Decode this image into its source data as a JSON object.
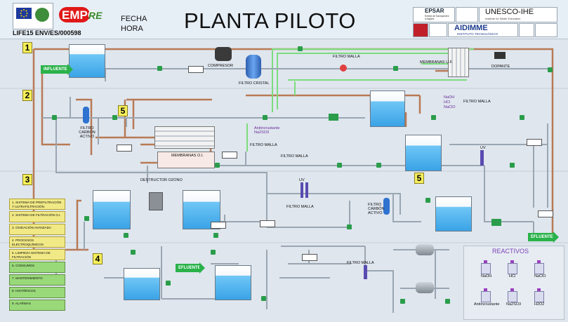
{
  "header": {
    "project_code": "LIFE15 ENV/ES/000598",
    "brand": "EMPO",
    "brand_suffix": "RE",
    "fecha_label": "FECHA",
    "hora_label": "HORA",
    "title": "PLANTA PILOTO",
    "partners": {
      "epsar": "EPSAR",
      "epsar_sub": "Entitat de Sanejament d'Aigües",
      "unesco": "UNESCO-IHE",
      "unesco_sub": "Institute for Water Education",
      "aidimme": "AIDIMME",
      "aidimme_sub": "INSTITUTO TECNOLÓGICO"
    }
  },
  "sections": [
    "1",
    "2",
    "3",
    "4",
    "5",
    "5"
  ],
  "menu": [
    {
      "label": "1. SISTEMA DE PREFILTRACIÓN Y ULTRAFILTRACIÓN",
      "active": false
    },
    {
      "label": "2. SISTEMA DE FILTRACIÓN O.I.",
      "active": false
    },
    {
      "label": "3. OXIDACIÓN AVANZADA",
      "active": false
    },
    {
      "label": "4. PROCESOS ELECTROQUÍMICOS",
      "active": false
    },
    {
      "label": "5. LIMPIEZA SISTEMA DE FILTRACIÓN",
      "active": false
    },
    {
      "label": "6. CONSUMOS",
      "active": false
    },
    {
      "label": "7. MANTENIMIENTO",
      "active": false
    },
    {
      "label": "8. HISTÓRICOS",
      "active": false
    },
    {
      "label": "9. ALARMAS",
      "active": false
    }
  ],
  "labels": {
    "influente": "INFLUENTE",
    "efluente": "EFLUENTE",
    "compresor": "COMPRESOR",
    "filtro_cristal": "FILTRO CRISTAL",
    "filtro_malla": "FILTRO MALLA",
    "membranas_uf": "MEMBRANAS U.F.",
    "dopante": "DOPANTE",
    "filtro_carbon": "FILTRO CARBÓN ACTIVO",
    "membranas_oi": "MEMBRANAS O.I.",
    "destructor_ozono": "DESTRUCTOR OZONO",
    "uv": "UV",
    "antincrustante": "Antiincrustante",
    "na2so3": "Na2SO3",
    "naoh": "NaOH",
    "hcl": "HCl",
    "naclo": "NaClO",
    "reactivos": "REACTIVOS",
    "reactivo_items": [
      "NaOH",
      "HCl",
      "NaClO",
      "Antiincrustante",
      "Na2SO3",
      "H2O2"
    ]
  },
  "colors": {
    "pipe_main": "#b87a55",
    "pipe_grey": "#9aa6b2",
    "pipe_green": "#7ddc7d",
    "menu_green": "#99d979",
    "menu_active": "#f1e985",
    "water": "#3aa3e6"
  }
}
